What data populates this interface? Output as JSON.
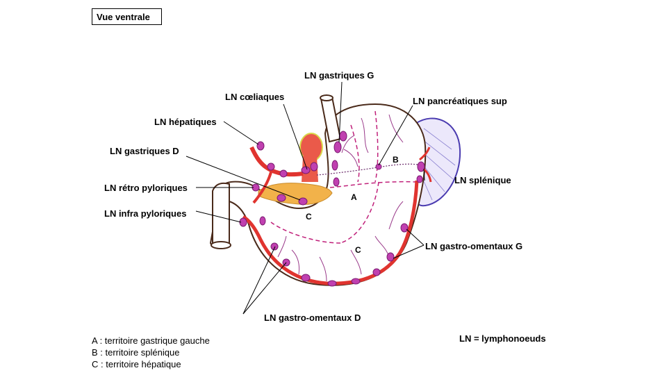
{
  "view_title": "Vue ventrale",
  "labels": {
    "gastric_left": "LN gastriques G",
    "coeliac": "LN cœliaques",
    "pancreatic_sup": "LN pancréatiques sup",
    "hepatic": "LN hépatiques",
    "gastric_right": "LN gastriques D",
    "splenic": "LN splénique",
    "retro_pyloric": "LN rétro pyloriques",
    "infra_pyloric": "LN infra pyloriques",
    "gastroomental_left": "LN gastro-omentaux G",
    "gastroomental_right": "LN gastro-omentaux D"
  },
  "regions": {
    "a": "A",
    "b": "B",
    "c1": "C",
    "c2": "C"
  },
  "legend": [
    "A : territoire gastrique gauche",
    "B : territoire splénique",
    "C : territoire hépatique"
  ],
  "abbrev_note": "LN = lymphonoeuds",
  "colors": {
    "outline": "#4a2a1a",
    "artery": "#e0342f",
    "node": "#c040b0",
    "vessel_branch": "#9a3a8a",
    "spleen": "#4a3bb0",
    "spleen_fill": "#ece8fb",
    "pancreas": "#f2b24a",
    "aorta": "#ea5a4a"
  }
}
